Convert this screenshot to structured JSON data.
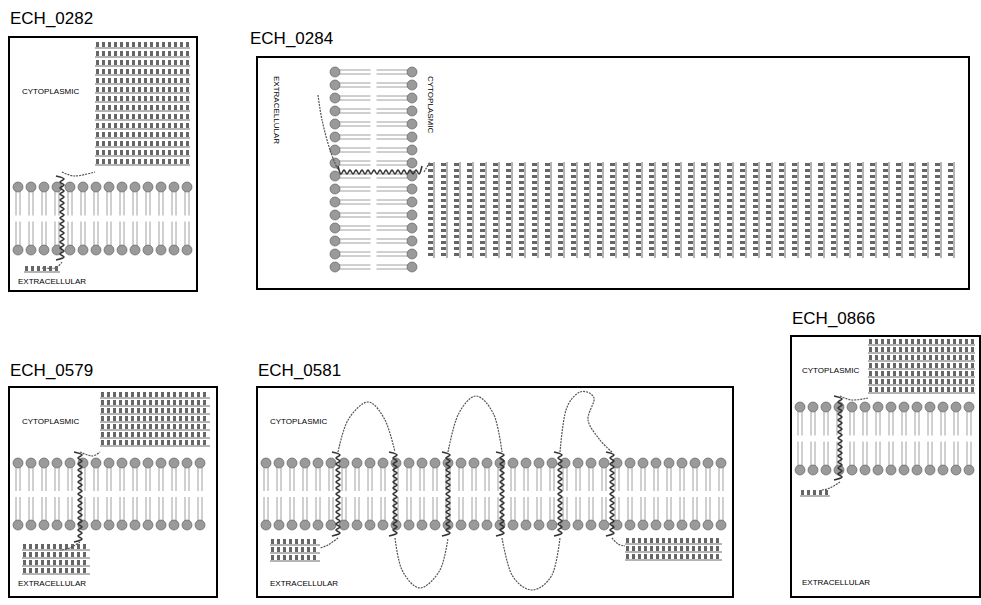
{
  "diagram": {
    "nodes": [
      {
        "text": [
          "ECH_0282",
          "CYTOPLASMIC",
          "EXTRACELLULAR"
        ]
      },
      {
        "text": [
          "ECH_0284",
          "EXTRACELLULAR",
          "CYTOPLASMIC"
        ]
      },
      {
        "text": [
          "ECH_0579",
          "CYTOPLASMIC",
          "EXTRACELLULAR"
        ]
      },
      {
        "text": [
          "ECH_0581",
          "CYTOPLASMIC",
          "EXTRACELLULAR"
        ]
      },
      {
        "text": [
          "ECH_0866",
          "CYTOPLASMIC",
          "EXTRACELLULAR"
        ]
      }
    ]
  }
}
